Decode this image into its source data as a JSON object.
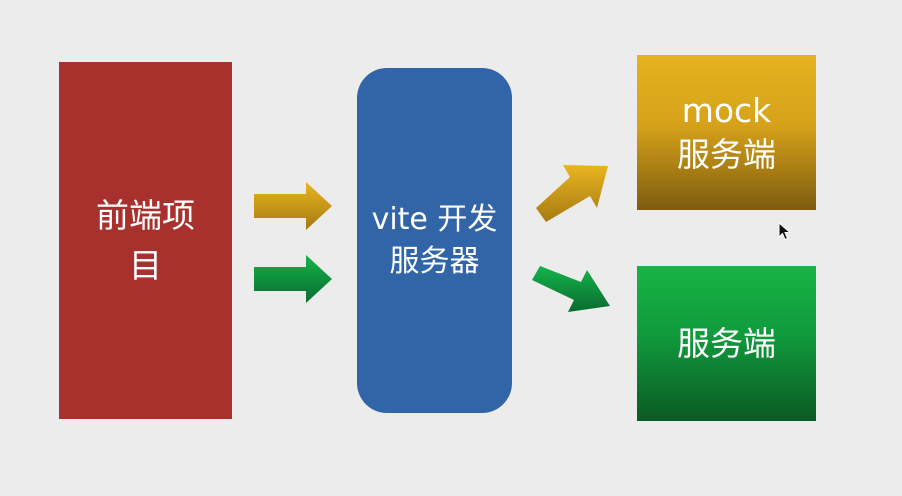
{
  "nodes": {
    "frontend": {
      "label": "前端项目"
    },
    "vite": {
      "label": "vite 开发服务器"
    },
    "mock": {
      "label_line1": "mock",
      "label_line2": "服务端"
    },
    "server": {
      "label": "服务端"
    }
  },
  "colors": {
    "background": "#ececec",
    "frontend": "#a8312d",
    "vite": "#3264a8",
    "mock": "#d6a21a",
    "server": "#109a3c"
  },
  "icons": {
    "arrows": [
      "arrow-right-gold",
      "arrow-right-green",
      "arrow-up-right-gold",
      "arrow-down-right-green"
    ],
    "cursor": "mouse-pointer-icon"
  }
}
